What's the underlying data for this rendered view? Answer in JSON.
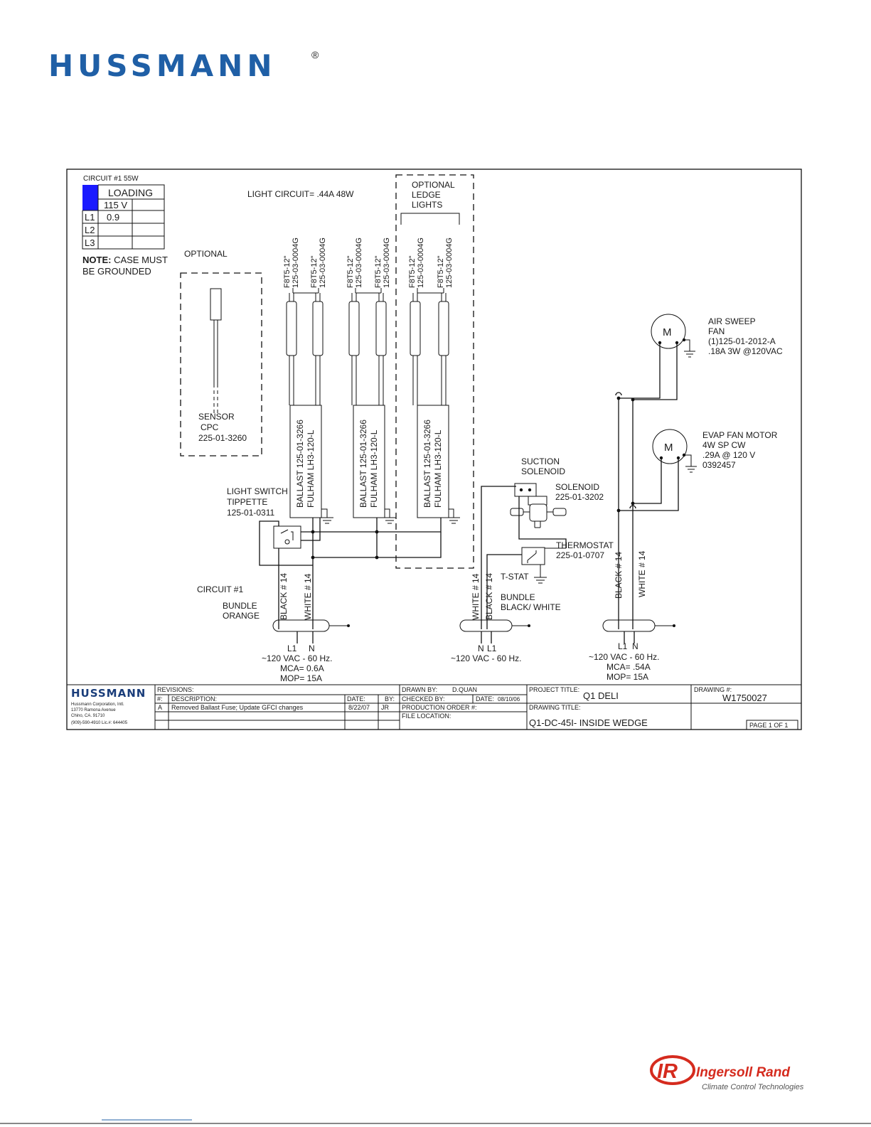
{
  "header": {
    "brand": "HUSSMANN",
    "registered": "®"
  },
  "loading_table": {
    "circuit_label": "CIRCUIT #1 55W",
    "header": "LOADING",
    "voltage": "115 V",
    "rows": [
      {
        "label": "L1",
        "value": "0.9"
      },
      {
        "label": "L2",
        "value": ""
      },
      {
        "label": "L3",
        "value": ""
      }
    ],
    "swatch_color": "#1a1aff"
  },
  "note": {
    "bold": "NOTE:",
    "line1": "CASE MUST",
    "line2": "BE GROUNDED"
  },
  "light_circuit": "LIGHT CIRCUIT= .44A 48W",
  "optional_sensor": {
    "label": "OPTIONAL",
    "name": "SENSOR",
    "type": "CPC",
    "part": "225-01-3260"
  },
  "ledge": {
    "line1": "OPTIONAL",
    "line2": "LEDGE",
    "line3": "LIGHTS"
  },
  "lamps": {
    "model": "F8T5-12\"",
    "part": "125-03-0004G"
  },
  "ballast": {
    "line1": "BALLAST 125-01-3266",
    "line2": "FULHAM LH3-120-L"
  },
  "light_switch": {
    "line1": "LIGHT SWITCH",
    "line2": "TIPPETTE",
    "line3": "125-01-0311"
  },
  "circuit1": {
    "label": "CIRCUIT #1",
    "bundle1": "BUNDLE",
    "bundle2": "ORANGE",
    "black_wire": "BLACK # 14",
    "white_wire": "WHITE # 14",
    "l1": "L1",
    "n": "N",
    "supply": "~120 VAC - 60 Hz.",
    "mca": "MCA= 0.6A",
    "mop": "MOP= 15A"
  },
  "suction": {
    "line1": "SUCTION",
    "line2": "SOLENOID",
    "solenoid": "SOLENOID",
    "solenoid_part": "225-01-3202"
  },
  "thermostat": {
    "name": "THERMOSTAT",
    "part": "225-01-0707",
    "tstat": "T-STAT"
  },
  "circuit2": {
    "white_wire": "WHITE # 14",
    "black_wire": "BLACK # 14",
    "bundle1": "BUNDLE",
    "bundle2": "BLACK/ WHITE",
    "n": "N",
    "l1": "L1",
    "supply": "~120 VAC - 60 Hz."
  },
  "air_sweep": {
    "motor": "M",
    "line1": "AIR SWEEP",
    "line2": "FAN",
    "line3": "(1)125-01-2012-A",
    "line4": ".18A 3W @120VAC"
  },
  "evap": {
    "motor": "M",
    "line1": "EVAP FAN MOTOR",
    "line2": "4W SP CW",
    "line3": ".29A @ 120 V",
    "line4": "0392457"
  },
  "circuit3": {
    "black_wire": "BLACK # 14",
    "white_wire": "WHITE # 14",
    "l1": "L1",
    "n": "N",
    "supply": "~120 VAC - 60 Hz.",
    "mca": "MCA= .54A",
    "mop": "MOP= 15A"
  },
  "title_block": {
    "brand": "HUSSMANN",
    "addr1": "Hussmann Corporation, Intl.",
    "addr2": "13770 Ramona Avenue",
    "addr3": "Chino, CA. 91710",
    "addr4": "(909)-590-4910    Lic.#: 644405",
    "revisions": "REVISIONS:",
    "col_num": "#:",
    "col_desc": "DESCRIPTION:",
    "col_date": "DATE:",
    "col_by": "BY:",
    "rev_num": "A",
    "rev_desc": "Removed Ballast Fuse; Update GFCI changes",
    "rev_date": "8/22/07",
    "rev_by": "JR",
    "drawn_by_label": "DRAWN BY:",
    "drawn_by": "D.QUAN",
    "checked_by": "CHECKED BY:",
    "date_label": "DATE:",
    "date": "08/10/06",
    "production_order": "PRODUCTION ORDER #:",
    "file_location": "FILE LOCATION:",
    "project_title_label": "PROJECT TITLE:",
    "project_title": "Q1 DELI",
    "drawing_num_label": "DRAWING #:",
    "drawing_num": "W1750027",
    "drawing_title_label": "DRAWING TITLE:",
    "drawing_title": "Q1-DC-45I- INSIDE WEDGE",
    "page": "PAGE 1 OF  1"
  },
  "footer": {
    "brand": "Ingersoll Rand",
    "monogram": "IR",
    "tagline": "Climate Control Technologies",
    "brand_color": "#d52b1e"
  }
}
